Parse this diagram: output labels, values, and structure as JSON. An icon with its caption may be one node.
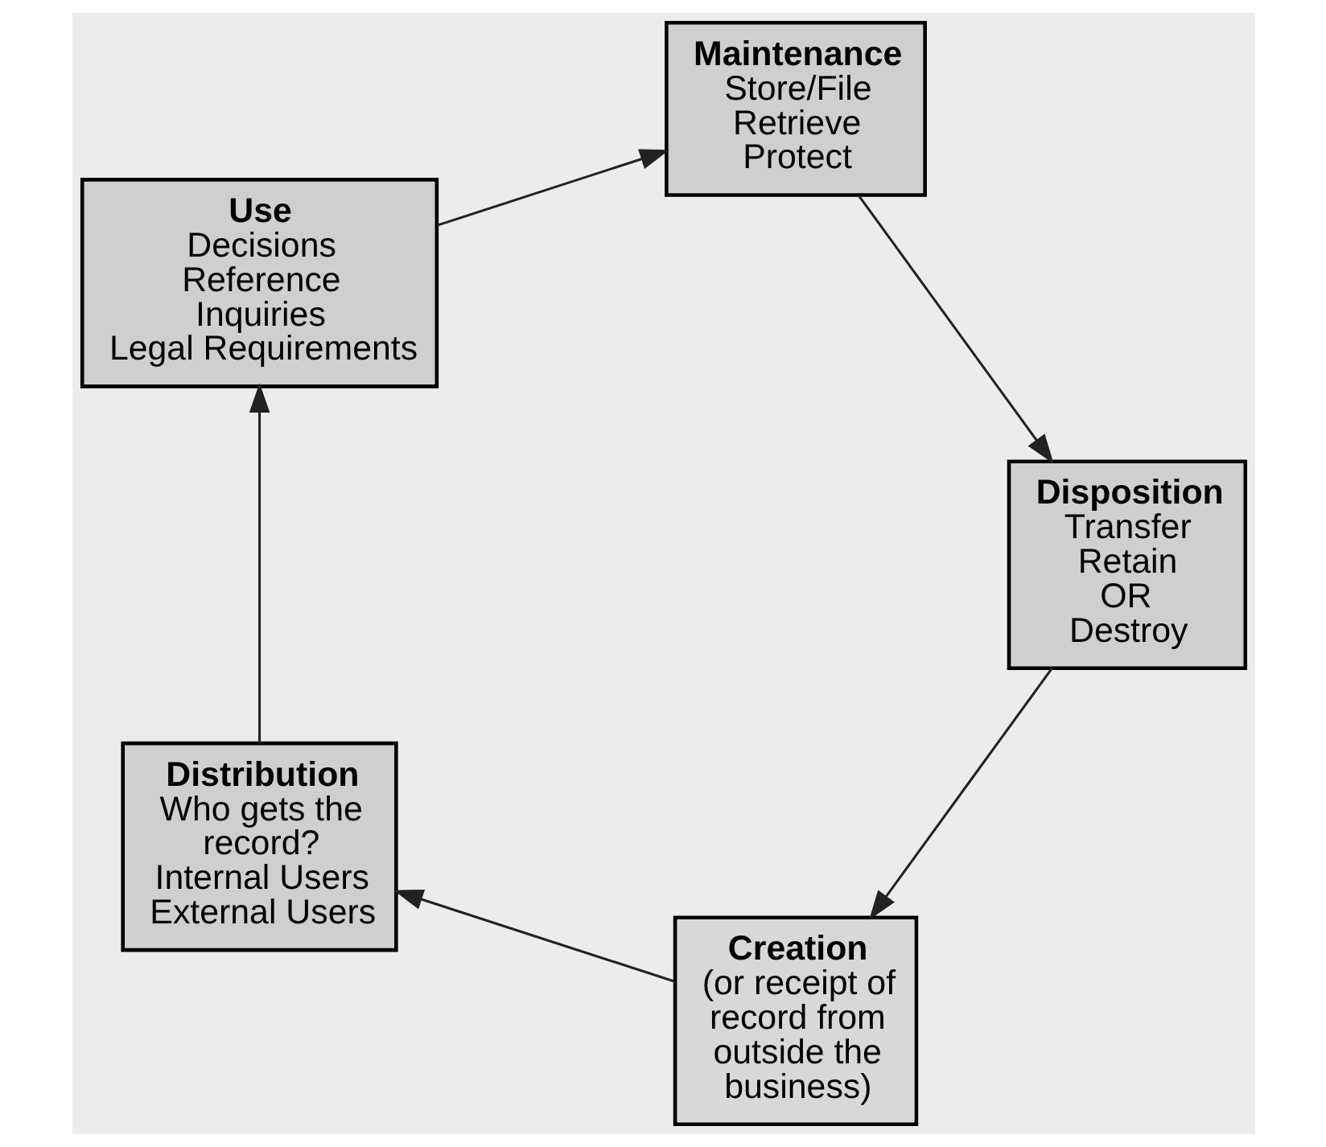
{
  "diagram": {
    "nodes": [
      {
        "text": [
          "Creation",
          "(or receipt of record from outside the business)"
        ]
      },
      {
        "text": [
          "Distribution",
          "Who gets the record?",
          "Internal Users",
          "External Users"
        ]
      },
      {
        "text": [
          "Use",
          "Decisions",
          "Reference",
          "Inquiries",
          "Legal Requirements"
        ]
      },
      {
        "text": [
          "Maintenance",
          "Store/File",
          "Retrieve",
          "Protect"
        ]
      },
      {
        "text": [
          "Disposition",
          "Transfer",
          "Retain",
          "OR",
          "Destroy"
        ]
      }
    ],
    "edges": [
      {
        "from": 0,
        "to": 1,
        "arrow": "to"
      },
      {
        "from": 1,
        "to": 2,
        "arrow": "to"
      },
      {
        "from": 2,
        "to": 3,
        "arrow": "to"
      },
      {
        "from": 3,
        "to": 4,
        "arrow": "to"
      },
      {
        "from": 4,
        "to": 0,
        "arrow": "to"
      }
    ]
  }
}
